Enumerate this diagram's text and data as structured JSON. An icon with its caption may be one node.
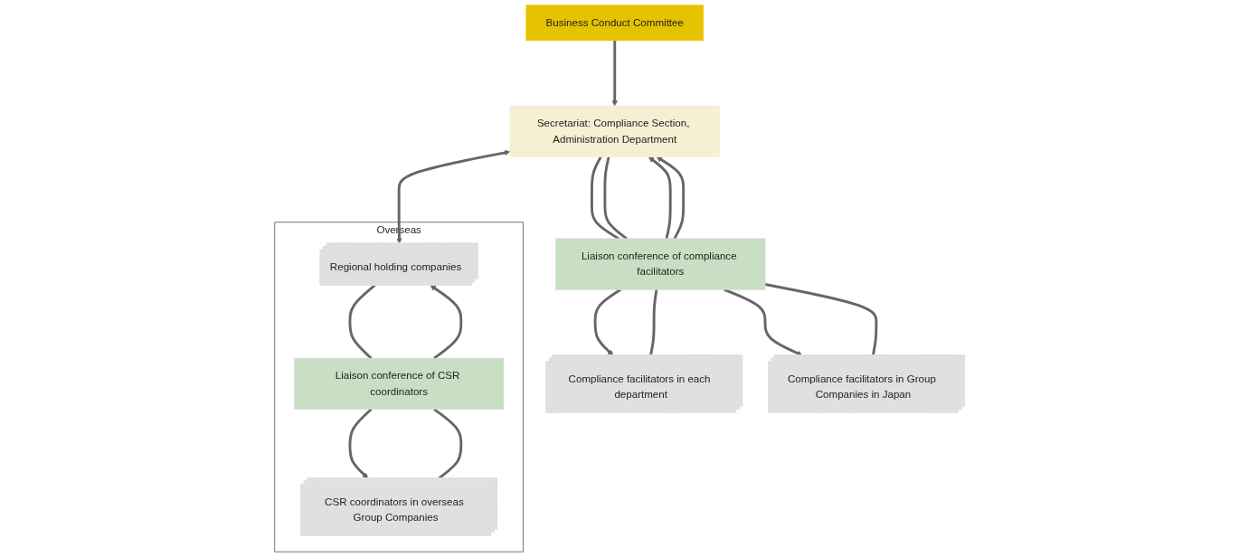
{
  "diagram": {
    "nodes": [
      {
        "text": [
          "Business Conduct Committee"
        ]
      },
      {
        "text": [
          "Secretariat: Compliance Section, Administration Department"
        ]
      },
      {
        "text": [
          "Overseas"
        ]
      },
      {
        "text": [
          "Regional holding companies"
        ],
        "in": 2
      },
      {
        "text": [
          "Liaison conference of compliance facilitators"
        ]
      },
      {
        "text": [
          "Liaison conference of CSR coordinators"
        ],
        "in": 2
      },
      {
        "text": [
          "Compliance facilitators in each department"
        ]
      },
      {
        "text": [
          "Compliance facilitators in Group Companies in Japan"
        ]
      },
      {
        "text": [
          "CSR coordinators in overseas Group Companies"
        ],
        "in": 2
      }
    ],
    "edges": [
      {
        "from": 0,
        "to": 1,
        "arrow": "to"
      },
      {
        "from": 1,
        "to": 3,
        "arrow": "both"
      },
      {
        "from": 1,
        "to": 4,
        "arrow": "none"
      },
      {
        "from": 4,
        "to": 6,
        "arrow": "to"
      },
      {
        "from": 6,
        "to": 4,
        "arrow": "none"
      },
      {
        "from": 4,
        "to": 1,
        "arrow": "to"
      },
      {
        "from": 1,
        "to": 4,
        "arrow": "none"
      },
      {
        "from": 4,
        "to": 7,
        "arrow": "to"
      },
      {
        "from": 7,
        "to": 4,
        "arrow": "none"
      },
      {
        "from": 4,
        "to": 1,
        "arrow": "to"
      },
      {
        "from": 3,
        "to": 5,
        "arrow": "none"
      },
      {
        "from": 5,
        "to": 8,
        "arrow": "to"
      },
      {
        "from": 8,
        "to": 5,
        "arrow": "none"
      },
      {
        "from": 5,
        "to": 3,
        "arrow": "to"
      }
    ]
  }
}
